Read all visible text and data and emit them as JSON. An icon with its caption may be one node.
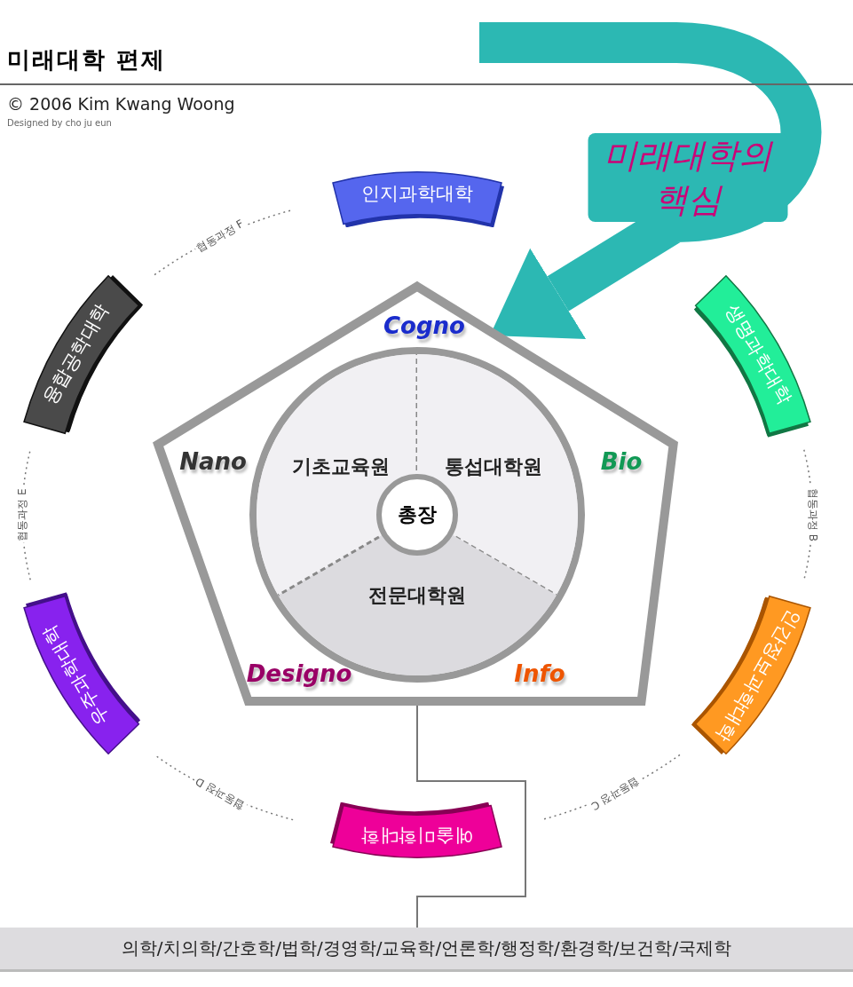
{
  "diagram": {
    "title": "미래대학 편제",
    "nodes": [
      {
        "text": [
          "Cogno",
          "Nano",
          "Bio",
          "Designo",
          "Info"
        ]
      },
      {
        "text": [
          "기초교육원"
        ],
        "in": 0
      },
      {
        "text": [
          "통섭대학원"
        ],
        "in": 0
      },
      {
        "text": [
          "총장"
        ],
        "in": 0
      },
      {
        "text": [
          "전문대학원"
        ],
        "in": 0
      },
      {
        "text": [
          "인지과학대학"
        ]
      },
      {
        "text": [
          "융합공학대학"
        ]
      },
      {
        "text": [
          "생명과학대학"
        ]
      },
      {
        "text": [
          "우주과학대학"
        ]
      },
      {
        "text": [
          "인간정보과학대학"
        ]
      },
      {
        "text": [
          "예술미학대학"
        ]
      },
      {
        "text": [
          "의학/치의학/간호학/법학/경영학/교육학/언론학/행정학/환경학/보건학/국제학"
        ]
      }
    ],
    "edges": [
      {
        "from": 7,
        "to": 9,
        "arrow": "none",
        "label": "협동과정 B",
        "style": "dashed"
      },
      {
        "from": 9,
        "to": 10,
        "arrow": "none",
        "label": "협동과정 C",
        "style": "dashed"
      },
      {
        "from": 10,
        "to": 8,
        "arrow": "none",
        "label": "협동과정 D",
        "style": "dashed"
      },
      {
        "from": 8,
        "to": 6,
        "arrow": "none",
        "label": "협동과정 E",
        "style": "dashed"
      },
      {
        "from": 6,
        "to": 5,
        "arrow": "none",
        "label": "협동과정 F",
        "style": "dashed"
      },
      {
        "from": 4,
        "to": 11,
        "arrow": "none"
      },
      {
        "from": null,
        "to": 0,
        "arrow": "to",
        "label": "미래대학의 핵심",
        "style": "thick",
        "color": "#2cb8b3"
      }
    ],
    "labels": [
      "© 2006 Kim Kwang Woong",
      "Designed by cho ju eun"
    ]
  }
}
